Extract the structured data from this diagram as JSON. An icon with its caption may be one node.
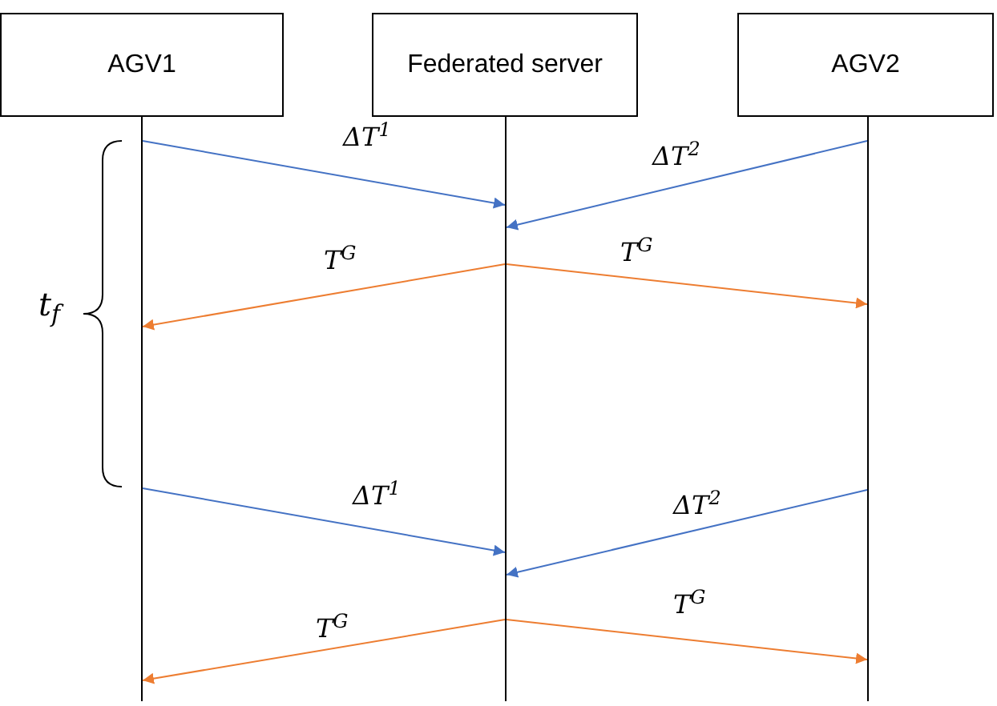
{
  "diagram": {
    "nodes": [
      {
        "text": [
          "AGV1"
        ]
      },
      {
        "text": [
          "Federated server"
        ]
      },
      {
        "text": [
          "AGV2"
        ]
      },
      {
        "text": [],
        "shape": "line"
      },
      {
        "text": [],
        "shape": "line"
      },
      {
        "text": [],
        "shape": "line"
      }
    ],
    "edges": [
      {
        "from": 3,
        "to": 4,
        "arrow": "to",
        "label": "ΔT$^{1}$",
        "color": "#4472c4"
      },
      {
        "from": 5,
        "to": 4,
        "arrow": "to",
        "label": "ΔT$^{2}$",
        "color": "#4472c4"
      },
      {
        "from": 4,
        "to": 3,
        "arrow": "to",
        "label": "T$^{G}$",
        "color": "#ed7d31"
      },
      {
        "from": 4,
        "to": 5,
        "arrow": "to",
        "label": "T$^{G}$",
        "color": "#ed7d31"
      },
      {
        "from": 3,
        "to": 4,
        "arrow": "to",
        "label": "ΔT$^{1}$",
        "color": "#4472c4"
      },
      {
        "from": 5,
        "to": 4,
        "arrow": "to",
        "label": "ΔT$^{2}$",
        "color": "#4472c4"
      },
      {
        "from": 4,
        "to": 3,
        "arrow": "to",
        "label": "T$^{G}$",
        "color": "#ed7d31"
      },
      {
        "from": 4,
        "to": 5,
        "arrow": "to",
        "label": "T$^{G}$",
        "color": "#ed7d31"
      }
    ],
    "labels": [
      "t$_{f}$"
    ]
  }
}
